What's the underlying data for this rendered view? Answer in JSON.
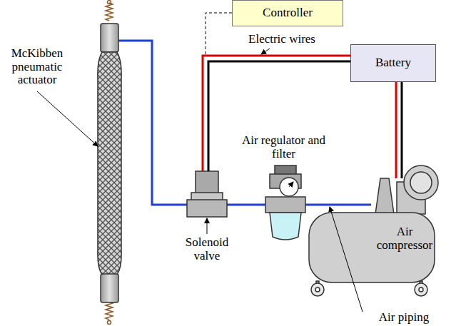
{
  "diagram": {
    "nodes": [
      {
        "text": [
          "Controller"
        ]
      },
      {
        "text": [
          "Battery"
        ]
      },
      {
        "text": [
          "Air compressor"
        ]
      }
    ],
    "edges": [
      {
        "from": 1,
        "to": 2,
        "arrow": "none"
      }
    ],
    "labels": [
      "McKibben pneumatic actuator",
      "Electric wires",
      "Air regulator and filter",
      "Solenoid valve",
      "Air piping"
    ]
  }
}
